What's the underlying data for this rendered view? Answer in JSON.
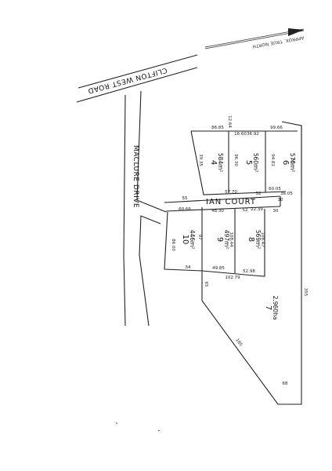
{
  "north": {
    "label": "APPROX. TRUE NORTH"
  },
  "roads": {
    "clifton": "CLIFTON WEST ROAD",
    "maclure": "MACLURE DRIVE",
    "ian": "IAN COURT"
  },
  "lots": [
    {
      "number": "4",
      "area": "584m²"
    },
    {
      "number": "5",
      "area": "560m²"
    },
    {
      "number": "6",
      "area": "570m²"
    },
    {
      "number": "7",
      "area": "2.960ha"
    },
    {
      "number": "8",
      "area": "569m²"
    },
    {
      "number": "9",
      "area": "497m²"
    },
    {
      "number": "10",
      "area": "446m²"
    }
  ],
  "dims": {
    "d1": "86.85",
    "d2": "12.64",
    "d3": "16.60",
    "d4": "36.92",
    "d5": "99.66",
    "d6": "39.35",
    "d7": "96.30",
    "d8": "94.81",
    "d9": "55",
    "d10": "55",
    "d11": "57.70",
    "d12": "52",
    "d13": "60.05",
    "d14": "36.05",
    "d15": "30",
    "d16": "60.66",
    "d17": "48.30",
    "d18": "52",
    "d19": "22.39",
    "d20": "30",
    "d21": "86.00",
    "d22": "97",
    "d23": "108.44",
    "d24": "108.47",
    "d25": "34",
    "d26": "49.85",
    "d27": "52.98",
    "d28": "102.79",
    "d29": "65",
    "d30": "185",
    "d31": "355",
    "d32": "68"
  }
}
